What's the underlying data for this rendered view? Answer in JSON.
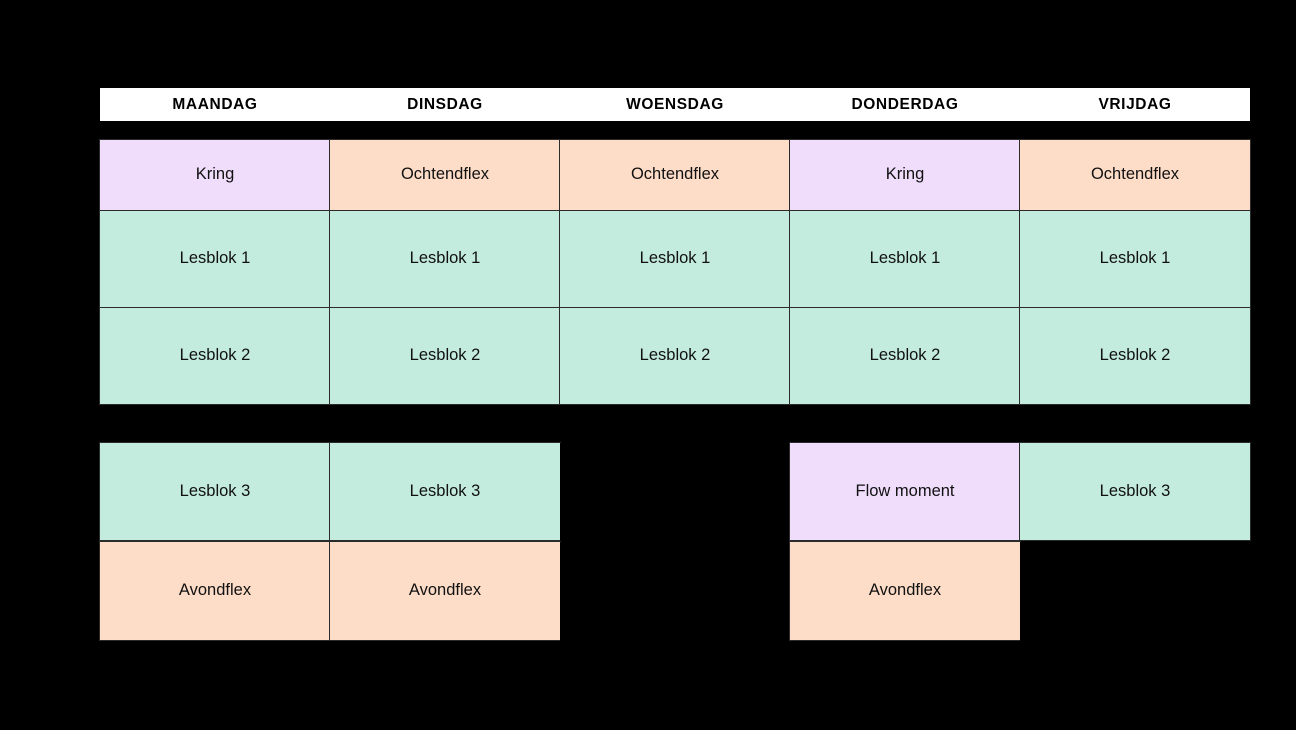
{
  "schedule": {
    "days": [
      "MAANDAG",
      "DINSDAG",
      "WOENSDAG",
      "DONDERDAG",
      "VRIJDAG"
    ],
    "colors": {
      "kring": "#efddfb",
      "lesblok": "#c3ecdf",
      "flex": "#fddcc8",
      "flow": "#efddfb",
      "background": "#000000",
      "header_background": "#ffffff",
      "border": "#2b2b2b",
      "text": "#111111"
    },
    "morning_block": {
      "rows": [
        {
          "row_name": "opening",
          "cells": [
            {
              "label": "Kring",
              "category": "kring"
            },
            {
              "label": "Ochtendflex",
              "category": "flex"
            },
            {
              "label": "Ochtendflex",
              "category": "flex"
            },
            {
              "label": "Kring",
              "category": "kring"
            },
            {
              "label": "Ochtendflex",
              "category": "flex"
            }
          ]
        },
        {
          "row_name": "lesblok-1",
          "cells": [
            {
              "label": "Lesblok 1",
              "category": "lesblok"
            },
            {
              "label": "Lesblok 1",
              "category": "lesblok"
            },
            {
              "label": "Lesblok 1",
              "category": "lesblok"
            },
            {
              "label": "Lesblok 1",
              "category": "lesblok"
            },
            {
              "label": "Lesblok 1",
              "category": "lesblok"
            }
          ]
        },
        {
          "row_name": "lesblok-2",
          "cells": [
            {
              "label": "Lesblok 2",
              "category": "lesblok"
            },
            {
              "label": "Lesblok 2",
              "category": "lesblok"
            },
            {
              "label": "Lesblok 2",
              "category": "lesblok"
            },
            {
              "label": "Lesblok 2",
              "category": "lesblok"
            },
            {
              "label": "Lesblok 2",
              "category": "lesblok"
            }
          ]
        }
      ]
    },
    "afternoon_block": {
      "rows": [
        {
          "row_name": "lesblok-3",
          "cells": [
            {
              "label": "Lesblok 3",
              "category": "lesblok"
            },
            {
              "label": "Lesblok 3",
              "category": "lesblok"
            },
            {
              "label": "",
              "category": "empty"
            },
            {
              "label": "Flow moment",
              "category": "flow"
            },
            {
              "label": "Lesblok 3",
              "category": "lesblok"
            }
          ]
        },
        {
          "row_name": "avondflex",
          "cells": [
            {
              "label": "Avondflex",
              "category": "flex"
            },
            {
              "label": "Avondflex",
              "category": "flex"
            },
            {
              "label": "",
              "category": "empty"
            },
            {
              "label": "Avondflex",
              "category": "flex"
            },
            {
              "label": "",
              "category": "empty"
            }
          ]
        }
      ]
    }
  }
}
